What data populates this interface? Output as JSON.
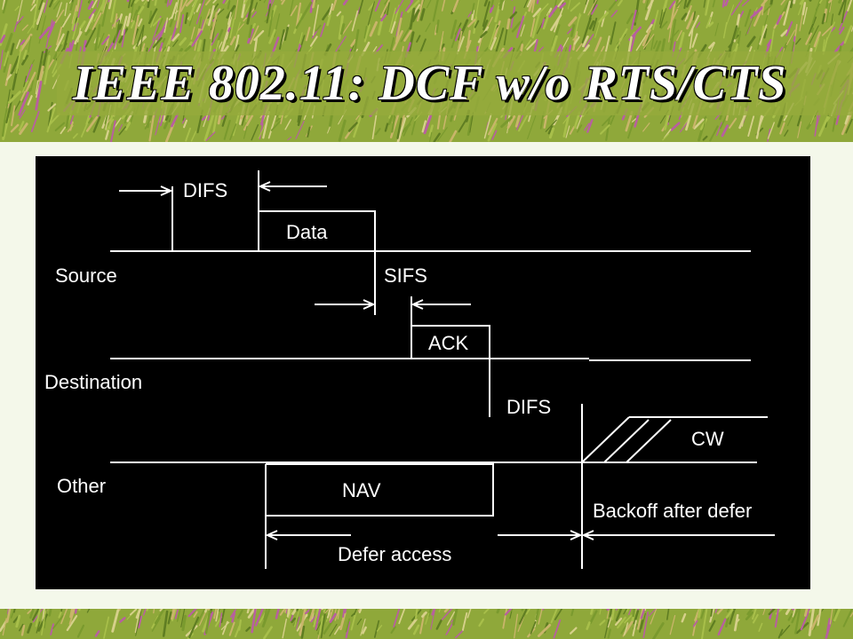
{
  "slide": {
    "title": "IEEE 802.11: DCF w/o RTS/CTS",
    "background": "#f4f8ea",
    "grass_colors": [
      "#7a9a2e",
      "#a8bf4a",
      "#c9b56a",
      "#b85fa0",
      "#5f7d22",
      "#d6d08a"
    ]
  },
  "diagram": {
    "background": "#000000",
    "line_color": "#ffffff",
    "labels": {
      "source": "Source",
      "destination": "Destination",
      "other": "Other",
      "difs_source": "DIFS",
      "data": "Data",
      "sifs": "SIFS",
      "ack": "ACK",
      "difs_other": "DIFS",
      "cw": "CW",
      "nav": "NAV",
      "backoff": "Backoff after defer",
      "defer": "Defer access"
    }
  }
}
